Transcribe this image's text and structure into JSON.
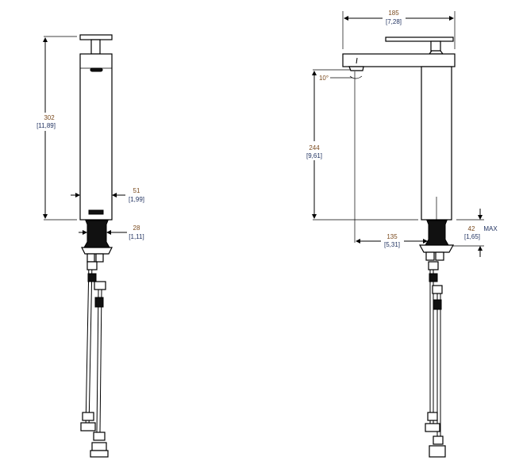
{
  "front_view": {
    "height": {
      "mm": "302",
      "in": "[11,89]"
    },
    "body_width": {
      "mm": "51",
      "in": "[1,99]"
    },
    "thread_diameter": {
      "mm": "28",
      "in": "[1,11]"
    }
  },
  "side_view": {
    "overall_length": {
      "mm": "185",
      "in": "[7,28]"
    },
    "spout_angle": "10°",
    "spout_height": {
      "mm": "244",
      "in": "[9,61]"
    },
    "spout_reach": {
      "mm": "135",
      "in": "[5,31]"
    },
    "max_deck_thickness": {
      "mm": "42",
      "label": "MAX",
      "in": "[1,65]"
    }
  }
}
